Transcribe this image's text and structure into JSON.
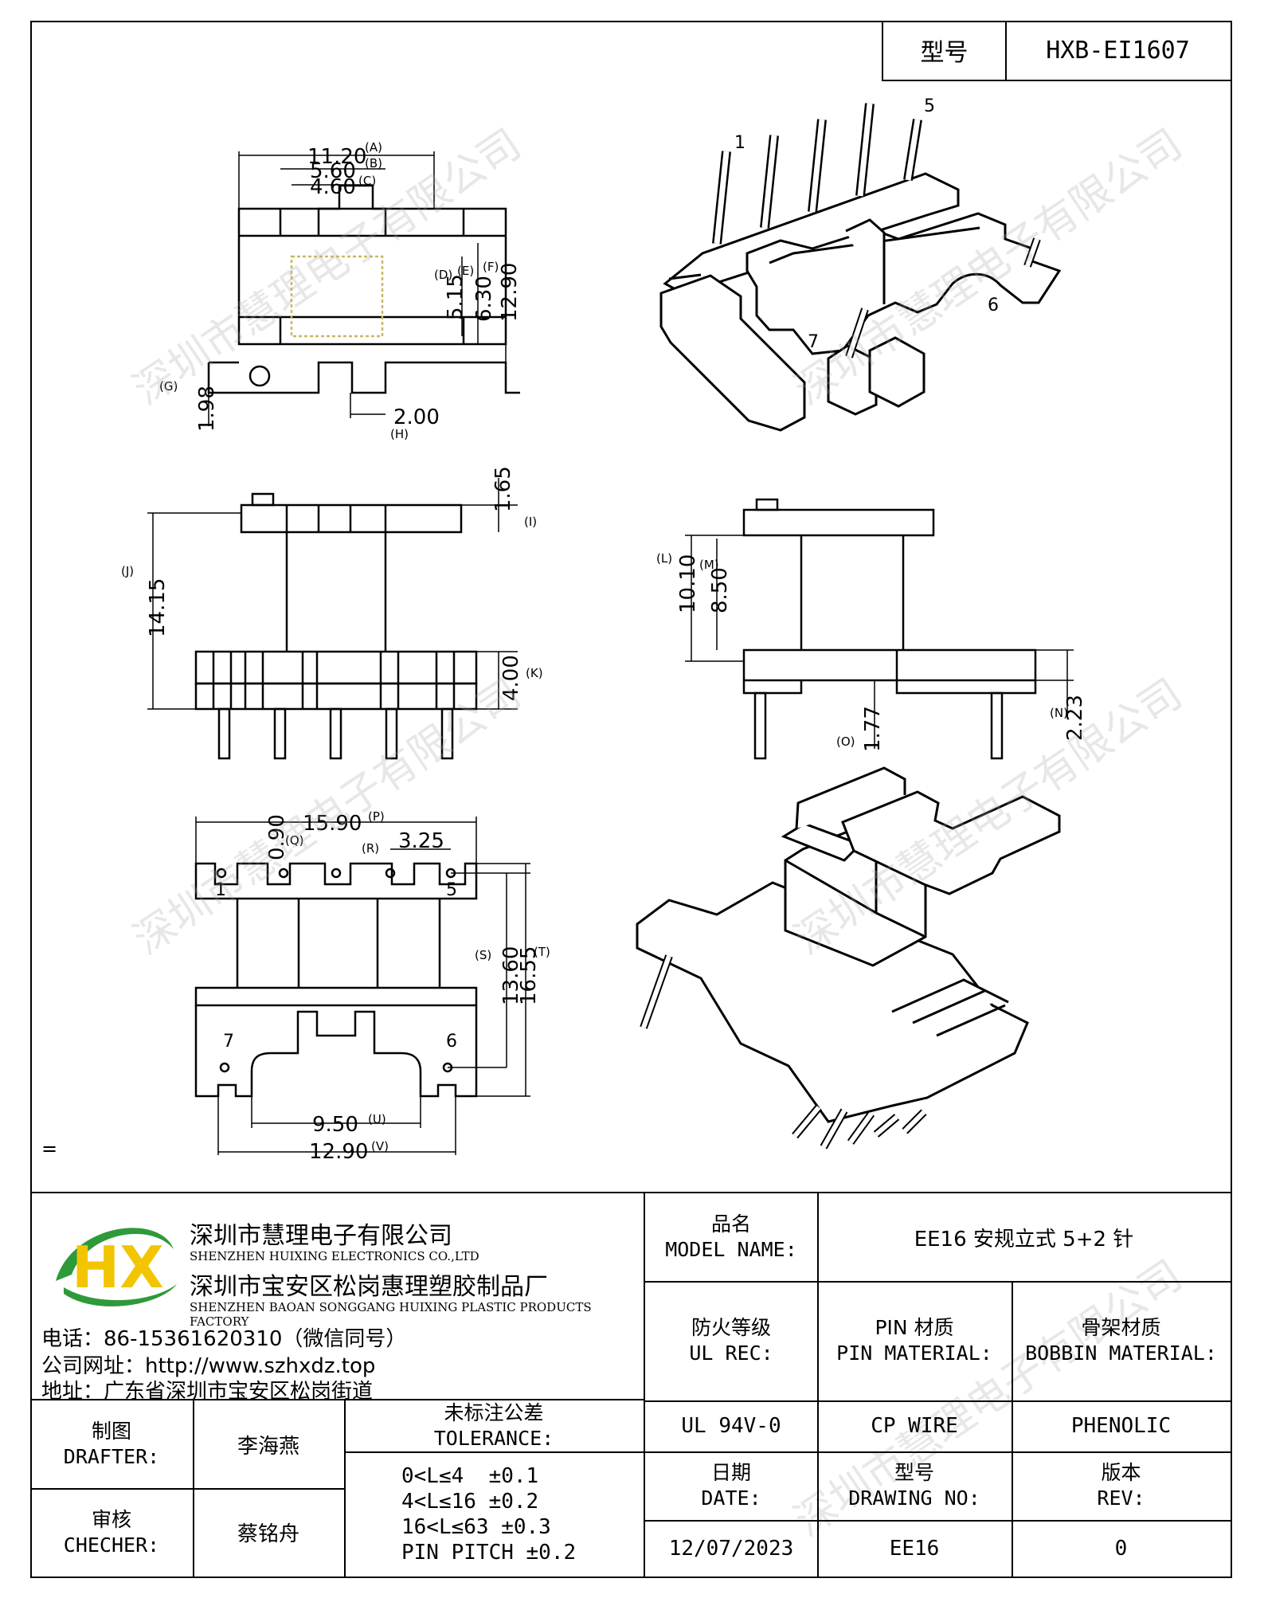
{
  "header": {
    "model_label": "型号",
    "model_value": "HXB-EI1607"
  },
  "drawing": {
    "top_view": {
      "dim_a": "11.20",
      "tag_a": "(A)",
      "dim_b": "5.60",
      "tag_b": "(B)",
      "dim_c": "4.60",
      "tag_c": "(C)",
      "dim_d": "5.15",
      "tag_d": "(D)",
      "dim_e": "6.30",
      "tag_e": "(E)",
      "dim_f": "12.90",
      "tag_f": "(F)",
      "dim_g": "1.98",
      "tag_g": "(G)",
      "dim_h": "2.00",
      "tag_h": "(H)"
    },
    "front_view": {
      "dim_i": "1.65",
      "tag_i": "(I)",
      "dim_j": "14.15",
      "tag_j": "(J)",
      "dim_k": "4.00",
      "tag_k": "(K)"
    },
    "side_view": {
      "dim_l": "10.10",
      "tag_l": "(L)",
      "dim_m": "8.50",
      "tag_m": "(M)",
      "dim_n": "2.23",
      "tag_n": "(N)",
      "dim_o": "1.77",
      "tag_o": "(O)"
    },
    "bottom_view": {
      "dim_p": "15.90",
      "tag_p": "(P)",
      "dim_q": "0.90",
      "tag_q": "(Q)",
      "dim_r": "3.25",
      "tag_r": "(R)",
      "dim_s": "13.60",
      "tag_s": "(S)",
      "dim_t": "16.55",
      "tag_t": "(T)",
      "dim_u": "9.50",
      "tag_u": "(U)",
      "dim_v": "12.90",
      "tag_v": "(V)",
      "pin_1": "1",
      "pin_5": "5",
      "pin_6": "6",
      "pin_7": "7"
    },
    "iso_top": {
      "pin_1": "1",
      "pin_5": "5",
      "pin_6": "6",
      "pin_7": "7"
    },
    "stray_mark": "="
  },
  "watermark_text": "深圳市慧理电子有限公司",
  "company": {
    "name_cn": "深圳市慧理电子有限公司",
    "name_en": "SHENZHEN HUIXING ELECTRONICS CO.,LTD",
    "factory_cn": "深圳市宝安区松岗惠理塑胶制品厂",
    "factory_en": "SHENZHEN BAOAN SONGGANG HUIXING PLASTIC PRODUCTS FACTORY",
    "phone": "电话：86-15361620310（微信同号）",
    "website": "公司网址：http://www.szhxdz.top",
    "address": "地址：广东省深圳市宝安区松岗街道",
    "logo_letters": "HX",
    "colors": {
      "logo_green": "#2e9a3a",
      "logo_yellow": "#f2c500",
      "logo_blue": "#2a5fb0"
    }
  },
  "title_block": {
    "model_name_cn": "品名",
    "model_name_en": "MODEL NAME:",
    "model_name_value": "EE16 安规立式 5+2 针",
    "ul_cn": "防火等级",
    "ul_en": "UL REC:",
    "ul_value": "UL 94V-0",
    "pin_cn": "PIN 材质",
    "pin_en": "PIN MATERIAL:",
    "pin_value": "CP WIRE",
    "bobbin_cn": "骨架材质",
    "bobbin_en": "BOBBIN MATERIAL:",
    "bobbin_value": "PHENOLIC",
    "drafter_cn": "制图",
    "drafter_en": "DRAFTER:",
    "drafter_value": "李海燕",
    "checker_cn": "审核",
    "checker_en": "CHECHER:",
    "checker_value": "蔡铭舟",
    "tolerance_cn": "未标注公差",
    "tolerance_en": "TOLERANCE:",
    "tolerances": [
      "0<L≤4  ±0.1",
      "4<L≤16 ±0.2",
      "16<L≤63 ±0.3",
      "PIN PITCH ±0.2"
    ],
    "date_cn": "日期",
    "date_en": "DATE:",
    "date_value": "12/07/2023",
    "drawing_no_cn": "型号",
    "drawing_no_en": "DRAWING NO:",
    "drawing_no_value": "EE16",
    "rev_cn": "版本",
    "rev_en": "REV:",
    "rev_value": "0"
  }
}
